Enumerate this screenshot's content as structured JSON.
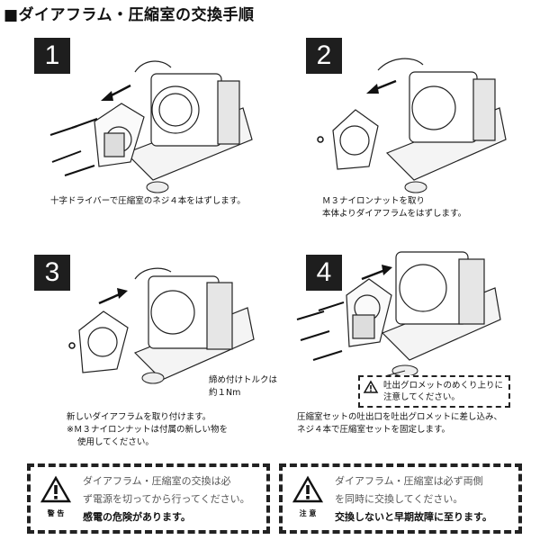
{
  "title": "■ダイアフラム・圧縮室の交換手順",
  "steps": [
    {
      "number": "1",
      "caption": [
        "十字ドライバーで圧縮室のネジ４本をはずします。"
      ]
    },
    {
      "number": "2",
      "caption": [
        "Ｍ３ナイロンナットを取り",
        "本体よりダイアフラムをはずします。"
      ]
    },
    {
      "number": "3",
      "caption": [
        "新しいダイアフラムを取り付けます。",
        "※Ｍ３ナイロンナットは付属の新しい物を",
        "使用してください。"
      ],
      "torque": [
        "締め付けトルクは",
        "約１Nm"
      ]
    },
    {
      "number": "4",
      "caption": [
        "圧縮室セットの吐出口を吐出グロメットに差し込み、",
        "ネジ４本で圧縮室セットを固定します。"
      ],
      "callout": [
        "吐出グロメットのめくり上りに",
        "注意してください。"
      ]
    }
  ],
  "warning": {
    "label": "警 告",
    "lines": [
      "ダイアフラム・圧縮室の交換は必",
      "ず電源を切ってから行ってください。",
      "感電の危険があります。"
    ]
  },
  "caution": {
    "label": "注 意",
    "lines": [
      "ダイアフラム・圧縮室は必ず両側",
      "を同時に交換してください。",
      "交換しないと早期故障に至ります。"
    ]
  },
  "icons": [
    "exclamation-triangle-icon",
    "screw-icon",
    "arrow-icon"
  ],
  "colors": {
    "badge": "#1e1e1e",
    "text": "#111111"
  }
}
